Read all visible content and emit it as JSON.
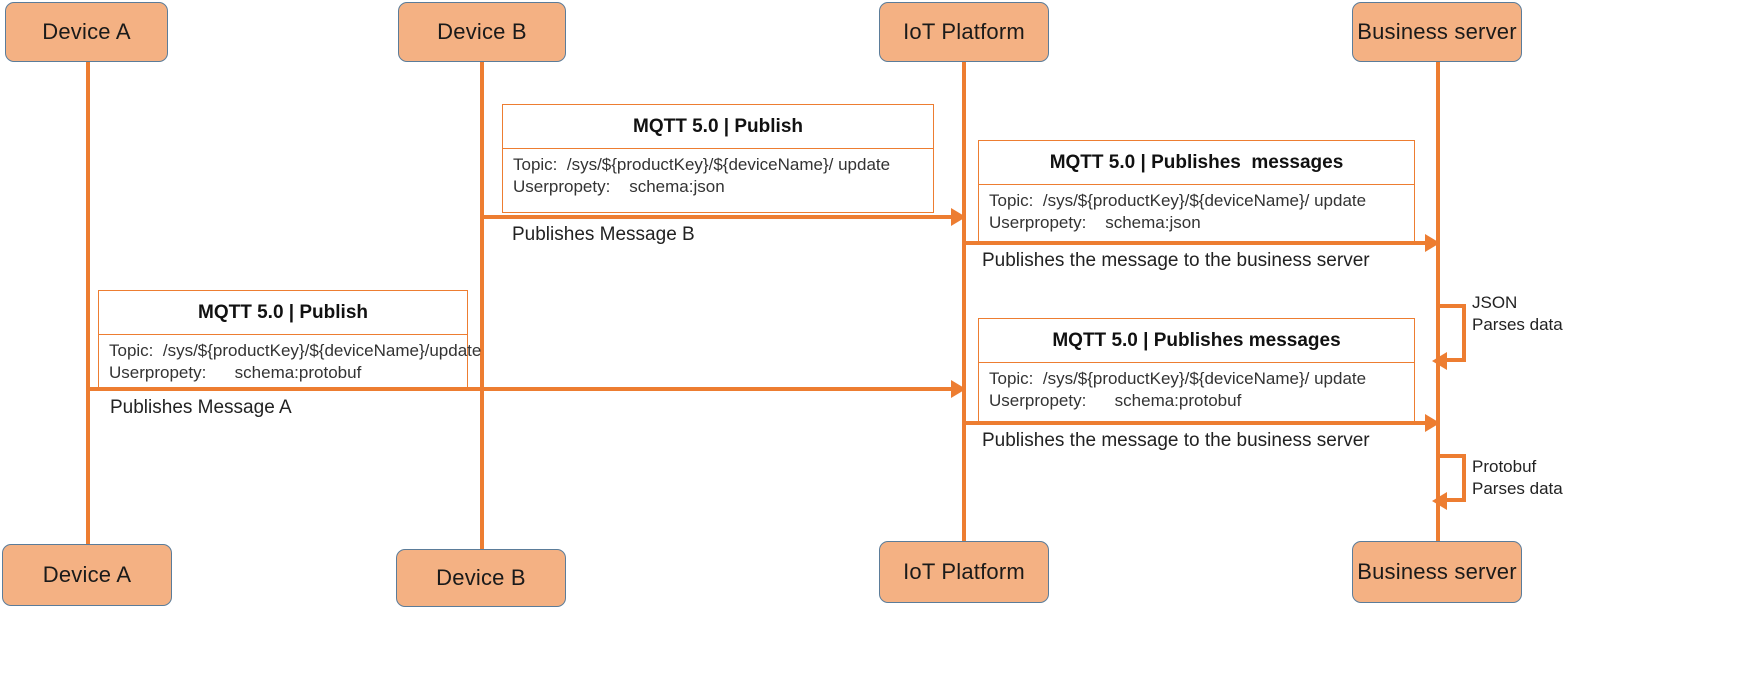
{
  "diagram": {
    "type": "sequence-diagram",
    "accent_color": "#ED7D31",
    "actor_fill": "#F4B183",
    "actor_border": "#5B7C99"
  },
  "actors_top": [
    {
      "label": "Device A"
    },
    {
      "label": "Device B"
    },
    {
      "label": "IoT Platform"
    },
    {
      "label": "Business server"
    }
  ],
  "actors_bottom": [
    {
      "label": "Device A"
    },
    {
      "label": "Device B"
    },
    {
      "label": "IoT Platform"
    },
    {
      "label": "Business server"
    }
  ],
  "messages": [
    {
      "id": "device-b-publish",
      "header": "MQTT 5.0 | Publish",
      "topic": "Topic:  /sys/${productKey}/${deviceName}/ update",
      "userpropety": "Userpropety:    schema:json",
      "arrow_label": "Publishes Message B"
    },
    {
      "id": "iot-to-server-json",
      "header": "MQTT 5.0 | Publishes  messages",
      "topic": "Topic:  /sys/${productKey}/${deviceName}/ update",
      "userpropety": "Userpropety:    schema:json",
      "arrow_label": "Publishes the message to the business server"
    },
    {
      "id": "device-a-publish",
      "header": "MQTT 5.0 | Publish",
      "topic": "Topic:  /sys/${productKey}/${deviceName}/update",
      "userpropety": "Userpropety:      schema:protobuf",
      "arrow_label": "Publishes Message A"
    },
    {
      "id": "iot-to-server-protobuf",
      "header": "MQTT 5.0 | Publishes messages",
      "topic": "Topic:  /sys/${productKey}/${deviceName}/ update",
      "userpropety": "Userpropety:      schema:protobuf",
      "arrow_label": "Publishes the message to the business server"
    }
  ],
  "self_loops": [
    {
      "id": "json-parse",
      "line1": "JSON",
      "line2": "Parses data"
    },
    {
      "id": "protobuf-parse",
      "line1": "Protobuf",
      "line2": "Parses data"
    }
  ]
}
